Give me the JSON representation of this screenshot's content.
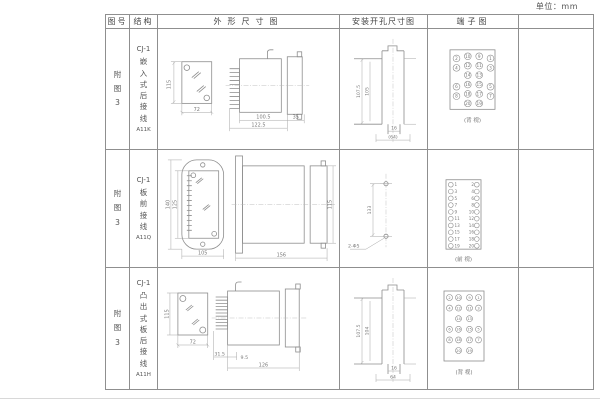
{
  "page": {
    "unit_label": "单位：mm"
  },
  "table": {
    "headers": {
      "figure_no": "图号",
      "structure": "结构",
      "outline": "外形尺寸图",
      "mounting": "安装开孔尺寸图",
      "terminal": "端子图"
    },
    "rows": [
      {
        "figure_no": "附图3",
        "model": "CJ-1",
        "wiring": "嵌入式后接线",
        "code": "A11K",
        "outline": {
          "front_height": "115",
          "front_width": "72",
          "body_depth": "100.5",
          "total_depth": "122.5",
          "rear_depth": "35"
        },
        "mounting": {
          "outer_height": "107.5",
          "inner_height": "105",
          "slot_width": "16",
          "overall_width": "(64)"
        },
        "terminal": {
          "view_label": "(背 视)",
          "style": "grid",
          "grid": [
            [
              "2",
              "10",
              "9",
              "1"
            ],
            [
              "4",
              "12",
              "11",
              "3"
            ],
            [
              null,
              "14",
              "13",
              null
            ],
            [
              "6",
              "16",
              "15",
              "5"
            ],
            [
              "8",
              "18",
              "17",
              "7"
            ],
            [
              null,
              "20",
              "19",
              null
            ]
          ]
        }
      },
      {
        "figure_no": "附图3",
        "model": "CJ-1",
        "wiring": "板前接线",
        "code": "A11Q",
        "outline": {
          "front_outer_height": "140",
          "front_inner_height": "125",
          "front_width": "105",
          "total_depth": "156",
          "body_height": "115"
        },
        "mounting": {
          "hole_spacing": "133",
          "holes_label": "2-Φ5"
        },
        "terminal": {
          "view_label": "(前 视)",
          "style": "pairs",
          "pairs": [
            [
              "1",
              "2"
            ],
            [
              "3",
              "4"
            ],
            [
              "5",
              "6"
            ],
            [
              "7",
              "8"
            ],
            [
              "9",
              "10"
            ],
            [
              "11",
              "12"
            ],
            [
              "13",
              "14"
            ],
            [
              "15",
              "16"
            ],
            [
              "17",
              "18"
            ],
            [
              "19",
              "20"
            ]
          ]
        }
      },
      {
        "figure_no": "附图3",
        "model": "CJ-1",
        "wiring": "凸出式板后接线",
        "code": "A11H",
        "outline": {
          "front_height": "115",
          "front_width": "72",
          "pin_depth": "31.5",
          "gap_depth": "9.5",
          "total_depth": "126"
        },
        "mounting": {
          "outer_height": "107.5",
          "inner_height": "104",
          "slot_width": "16",
          "overall_width": "64"
        },
        "terminal": {
          "view_label": "(背 视)",
          "style": "columns",
          "columns": {
            "outer_left": [
              "2",
              "4",
              "6",
              "8"
            ],
            "inner_left": [
              "10",
              "12",
              "14",
              "16",
              "18",
              "20"
            ],
            "inner_right": [
              "9",
              "11",
              "13",
              "15",
              "17",
              "19"
            ],
            "outer_right": [
              "1",
              "3",
              "5",
              "7"
            ]
          }
        }
      }
    ]
  }
}
